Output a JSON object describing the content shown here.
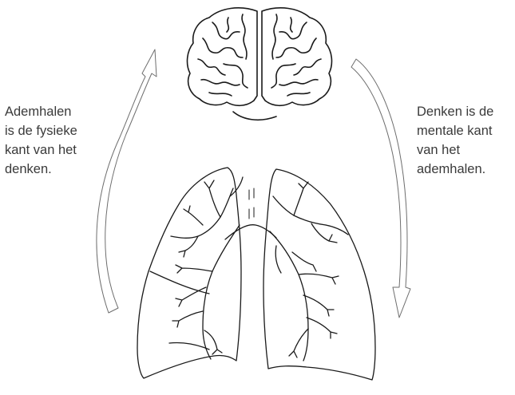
{
  "captions": {
    "left": [
      "Ademhalen",
      "is de fysieke",
      "kant van het",
      "denken."
    ],
    "right": [
      "Denken is de",
      "mentale kant",
      "van het",
      "ademhalen."
    ]
  },
  "illustrations": {
    "top": "brain-icon",
    "bottom": "lungs-icon",
    "left_arrow": "curved-arrow-up-icon",
    "right_arrow": "curved-arrow-down-icon"
  },
  "colors": {
    "text": "#3a3a3a",
    "ink": "#1a1a1a",
    "arrow": "#6e6e6e"
  }
}
